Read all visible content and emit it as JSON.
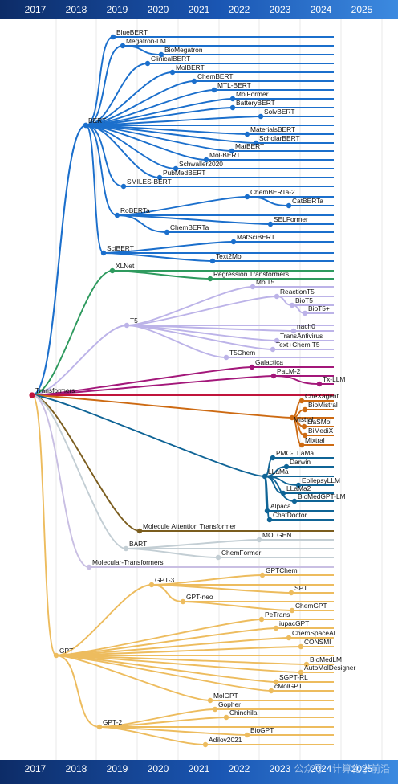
{
  "years": [
    "2017",
    "2018",
    "2019",
    "2020",
    "2021",
    "2022",
    "2023",
    "2024",
    "2025"
  ],
  "watermark": "公众号 · 计算化学前沿",
  "colors": {
    "root": "#c0143c",
    "bert": "#1b6fcc",
    "xlnet": "#2e9a5e",
    "t5": "#bcb3e8",
    "galactica": "#a3177a",
    "mistral": "#cd6a12",
    "llama": "#0f6496",
    "mat": "#7b5d1e",
    "bart": "#c3ced4",
    "moltrans": "#c9bfe3",
    "gpt": "#edbc5e"
  },
  "root": {
    "label": "Transformers"
  },
  "families": [
    {
      "id": "bert",
      "label": "BERT",
      "color": "bert"
    },
    {
      "id": "xlnet",
      "label": "XLNet",
      "color": "xlnet"
    },
    {
      "id": "t5",
      "label": "T5",
      "color": "t5"
    },
    {
      "id": "mat",
      "label": "Molecule Attention Transformer",
      "color": "mat"
    },
    {
      "id": "bart",
      "label": "BART",
      "color": "bart"
    },
    {
      "id": "moltrans",
      "label": "Molecular-Transformers",
      "color": "moltrans"
    },
    {
      "id": "gpt",
      "label": "GPT",
      "color": "gpt"
    }
  ],
  "models": {
    "bert": [
      "BlueBERT",
      "Megatron-LM",
      "BioMegatron",
      "ClinicalBERT",
      "MolBERT",
      "ChemBERT",
      "MTL-BERT",
      "MolFormer",
      "BatteryBERT",
      "SolvBERT",
      "MaterialsBERT",
      "ScholarBERT",
      "MatBERT",
      "Mol-BERT",
      "Schwaller2020",
      "PubMedBERT",
      "SMILES-BERT",
      "RoBERTa",
      "ChemBERTa-2",
      "CatBERTa",
      "SELFormer",
      "ChemBERTa",
      "SciBERT",
      "MatSciBERT",
      "Text2Mol"
    ],
    "xlnet": [
      "Regression Transformers"
    ],
    "t5": [
      "MolT5",
      "ReactionT5",
      "BioT5",
      "BioT5+",
      "nach0",
      "TransAntivirus",
      "Text+Chem T5",
      "T5Chem"
    ],
    "galactica": [
      "Galactica",
      "PaLM-2",
      "Tx-LLM"
    ],
    "mistral": [
      "CheXagent",
      "BioMistral",
      "Mistral",
      "LlaSMol",
      "BiMediX",
      "Mixtral"
    ],
    "llama": [
      "PMC-LLaMa",
      "Darwin",
      "LLaMa",
      "EpilepsyLLM",
      "LLaMa2",
      "BioMedGPT-LM",
      "Alpaca",
      "ChatDoctor"
    ],
    "bart": [
      "MOLGEN",
      "ChemFormer"
    ],
    "gpt": [
      "GPT-3",
      "GPTChem",
      "SPT",
      "GPT-neo",
      "ChemGPT",
      "PeTrans",
      "iupacGPT",
      "ChemSpaceAL",
      "CONSMI",
      "BioMedLM",
      "AutoMolDesigner",
      "SGPT-RL",
      "cMolGPT",
      "MolGPT",
      "GPT-2",
      "Gopher",
      "Chinchila",
      "BioGPT",
      "Adilov2021"
    ]
  }
}
